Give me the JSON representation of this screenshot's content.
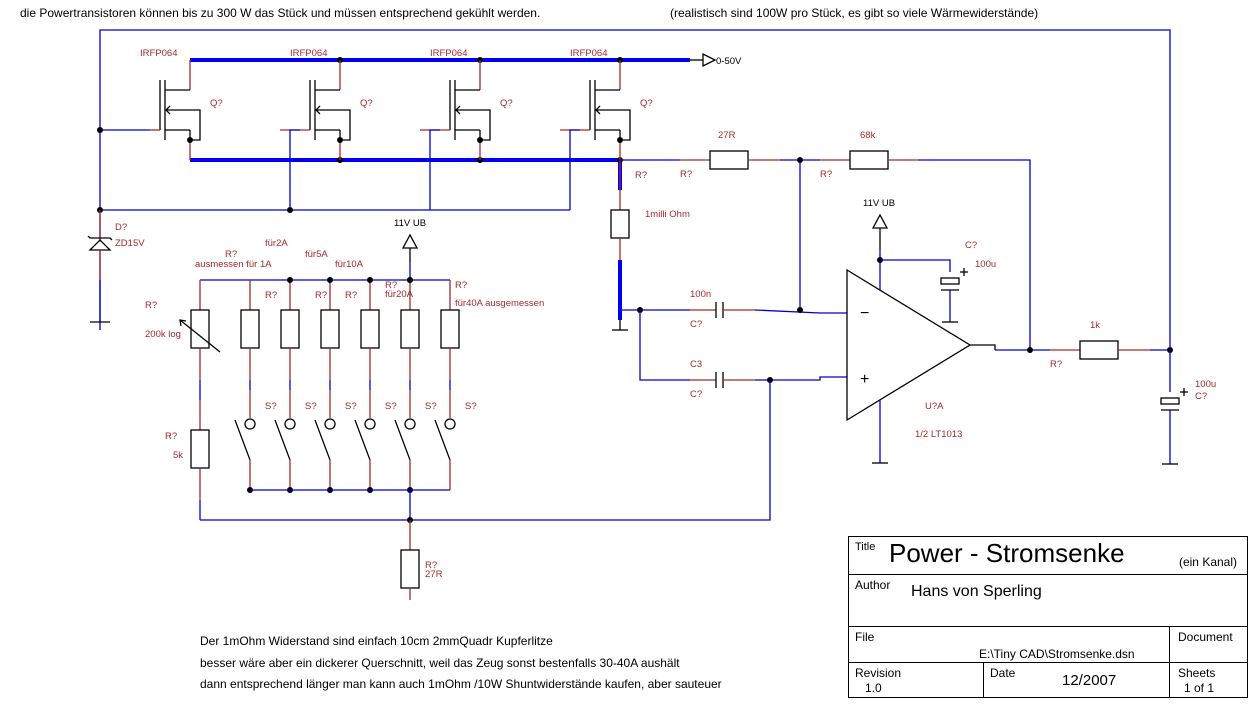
{
  "notes": {
    "top_left": "die Powertransistoren können bis zu 300 W das Stück und müssen entsprechend gekühlt werden.",
    "top_right": "(realistisch sind 100W pro Stück, es gibt so viele Wärmewiderstände)",
    "bottom": [
      "Der 1mOhm Widerstand sind einfach 10cm 2mmQuadr Kupferlitze",
      "besser wäre aber ein dickerer Querschnitt, weil das Zeug sonst bestenfalls 30-40A aushält",
      "dann entsprechend länger          man kann auch 1mOhm /10W Shuntwiderstände kaufen, aber sauteuer"
    ]
  },
  "schematic": {
    "colors": {
      "wire": "#0000cc",
      "pin": "#a52a2a",
      "label": "#a52a2a",
      "symbol": "#000000"
    },
    "transistors": [
      {
        "part": "IRFP064",
        "ref": "Q?"
      },
      {
        "part": "IRFP064",
        "ref": "Q?"
      },
      {
        "part": "IRFP064",
        "ref": "Q?"
      },
      {
        "part": "IRFP064",
        "ref": "Q?"
      }
    ],
    "output_port": "0-50V",
    "supply_label": "11V UB",
    "zener": {
      "ref": "D?",
      "value": "ZD15V"
    },
    "shunt": {
      "ref": "R?",
      "value": "1milli Ohm"
    },
    "r_27": {
      "ref": "R?",
      "ref2": "R?",
      "value": "27R"
    },
    "r_68k": {
      "ref": "R?",
      "value": "68k"
    },
    "r_1k": {
      "ref": "R?",
      "value": "1k"
    },
    "cap_100n": {
      "ref": "C?",
      "value": "100n"
    },
    "cap_c3": {
      "ref": "C?",
      "value": "C3"
    },
    "cap_supply": {
      "ref": "C?",
      "value": "100u"
    },
    "cap_out": {
      "ref": "C?",
      "value": "100u"
    },
    "opamp": {
      "ref": "U?A",
      "value": "1/2 LT1013",
      "minus": "−",
      "plus": "+"
    },
    "pot": {
      "ref": "R?",
      "value": "200k log"
    },
    "r_5k": {
      "ref": "R?",
      "value": "5k"
    },
    "r_bottom": {
      "ref": "R?",
      "value": "27R"
    },
    "range_resistors": [
      {
        "ref": "R?",
        "note": "ausmessen für 1A"
      },
      {
        "ref": "R?",
        "note": "für2A"
      },
      {
        "ref": "R?",
        "note": "für5A"
      },
      {
        "ref": "R?",
        "note": "für10A"
      },
      {
        "ref": "R?",
        "note": "für20A"
      },
      {
        "ref": "R?",
        "note": "für40A ausgemessen"
      }
    ],
    "switches": [
      "S?",
      "S?",
      "S?",
      "S?",
      "S?",
      "S?"
    ]
  },
  "title_block": {
    "title_label": "Title",
    "title": "Power - Stromsenke",
    "subtitle": "(ein Kanal)",
    "author_label": "Author",
    "author": "Hans von Sperling",
    "file_label": "File",
    "file": "E:\\Tiny CAD\\Stromsenke.dsn",
    "document_label": "Document",
    "revision_label": "Revision",
    "revision": "1.0",
    "date_label": "Date",
    "date": "12/2007",
    "sheets_label": "Sheets",
    "sheets": "1 of 1"
  }
}
